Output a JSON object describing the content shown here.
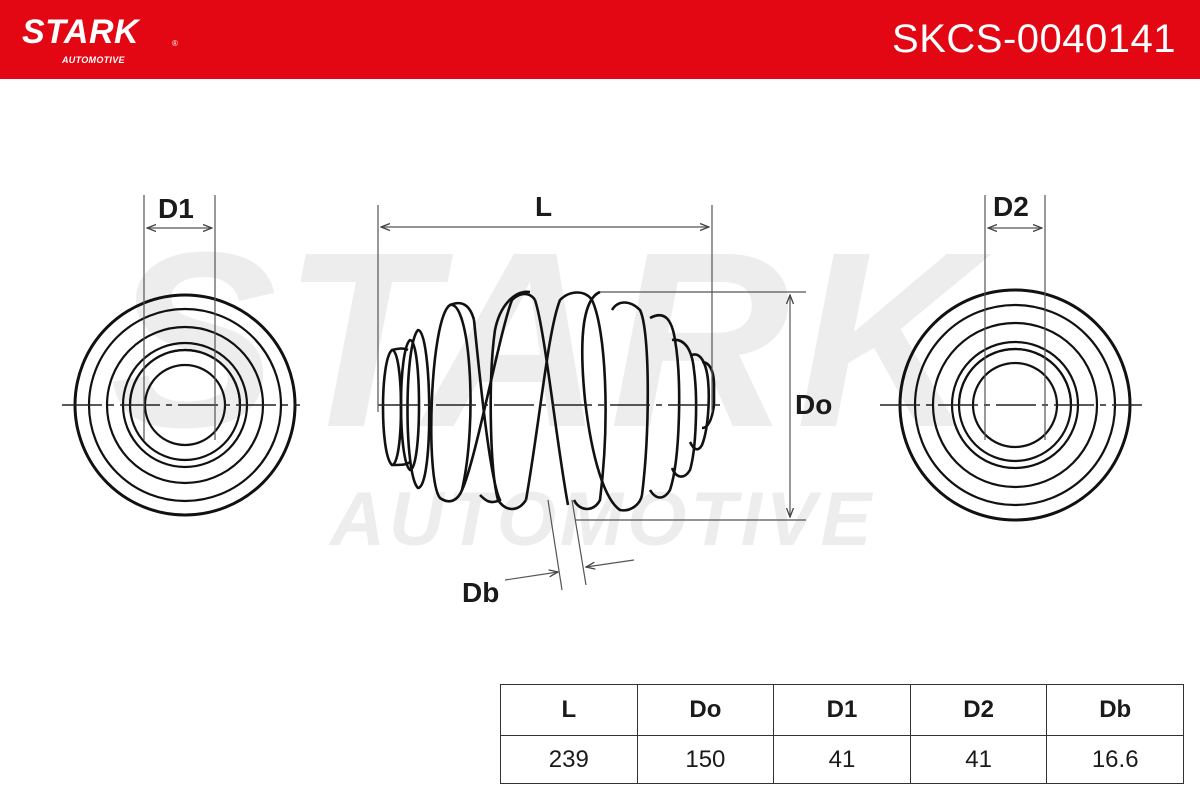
{
  "header": {
    "brand": "STARK",
    "brand_sub": "AUTOMOTIVE",
    "registered_mark": "®",
    "part_number": "SKCS-0040141",
    "background_color": "#e30613"
  },
  "watermark": {
    "text": "STARK",
    "subtext": "AUTOMOTIVE"
  },
  "drawing": {
    "labels": {
      "d1": "D1",
      "l": "L",
      "d2": "D2",
      "do": "Do",
      "db": "Db"
    }
  },
  "spec_table": {
    "headers": [
      "L",
      "Do",
      "D1",
      "D2",
      "Db"
    ],
    "values": [
      "239",
      "150",
      "41",
      "41",
      "16.6"
    ]
  }
}
